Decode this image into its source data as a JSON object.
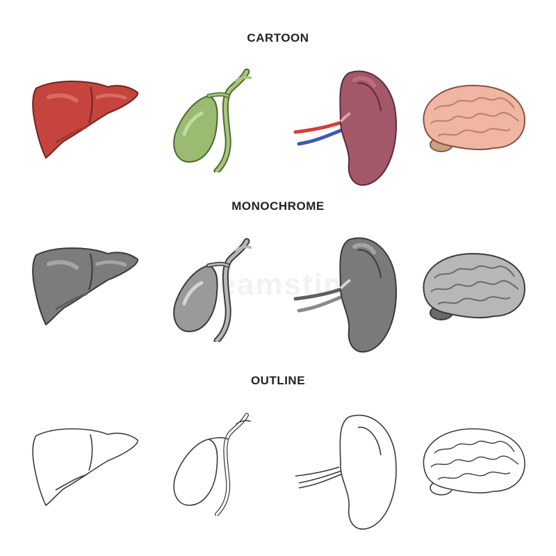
{
  "rows": [
    {
      "title": "CARTOON"
    },
    {
      "title": "MONOCHROME"
    },
    {
      "title": "OUTLINE"
    }
  ],
  "watermark": "dreamstime",
  "icons": [
    "liver-icon",
    "gallbladder-icon",
    "kidney-icon",
    "brain-icon"
  ],
  "colors": {
    "cartoon": {
      "liver": "#c5453e",
      "liver_dark": "#a13530",
      "liver_light": "#e27a72",
      "gallbladder": "#9bbb73",
      "gallbladder_dark": "#7c9c55",
      "duct": "#a9c67f",
      "kidney": "#a35869",
      "kidney_light": "#c8768a",
      "kidney_inner": "#e7a0b3",
      "artery": "#d93b3b",
      "vein": "#3e58b5",
      "brain": "#efb6a3",
      "brain_line": "#c17b6a",
      "cerebellum": "#c9a27d"
    },
    "mono": {
      "fill": "#8a8a8a",
      "dark": "#5e5e5e",
      "light": "#b7b7b7",
      "soft": "#d4d4d4"
    },
    "outline": {
      "stroke": "#3a3a3a",
      "fill": "#ffffff"
    }
  }
}
